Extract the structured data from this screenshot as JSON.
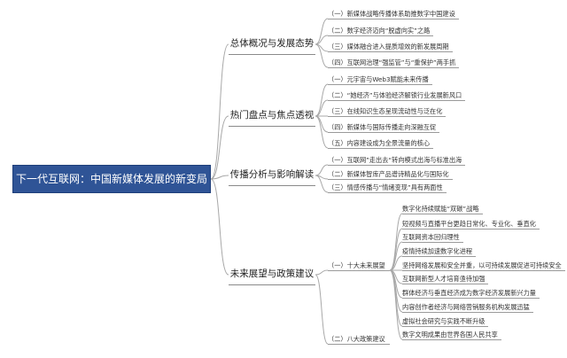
{
  "root": "下一代互联网：中国新媒体发展的新变局",
  "branches": [
    {
      "title": "总体概况与发展态势",
      "items": [
        "（一）新媒体战略传播体系助推数字中国建设",
        "（二）数字经济迈向“脱虚向实”之路",
        "（三）媒体融合进入提质增效的新发展周期",
        "（四）互联网治理“强监管”与“重保护”两手抓"
      ]
    },
    {
      "title": "热门盘点与焦点透视",
      "items": [
        "（一）元宇宙与Web3赋能未来传播",
        "（二）“她经济”与体验经济解锁行业发展新风口",
        "（三）在线知识生态呈现流动性与泛在化",
        "（四）新媒体与国际传播走向深融互促",
        "（五）内容建设成为全景流量的核心"
      ]
    },
    {
      "title": "传播分析与影响解读",
      "items": [
        "（一）互联网”走出去“转向模式出海与标准出海",
        "（二）新媒体智库产品谱诗精品化与国际化",
        "（三）情感传播与“情绪变现”具有两面性"
      ]
    },
    {
      "title": "未来展望与政策建议",
      "items": [
        {
          "label": "（一）十大未来展望",
          "children": [
            "数字化持续赋能“双碳”战略",
            "短视频与直播平台更趋日常化、专业化、垂直化",
            "互联网资本回归理性",
            "疫情持续加速数字化进程",
            "坚持网络发展和安全并重，以可持续发展促进可持续安全",
            "互联网新型人才培育亟待加强",
            "群体经济与垂直经济成为数字经济发展新兴力量",
            "内容创作者经济与网络营销服务机构发展迅猛",
            "虚拟社会研究与实践不断升级",
            "数字文明成果由世界各国人民共享"
          ]
        },
        {
          "label": "（二）八大政策建议",
          "children": []
        }
      ]
    }
  ]
}
